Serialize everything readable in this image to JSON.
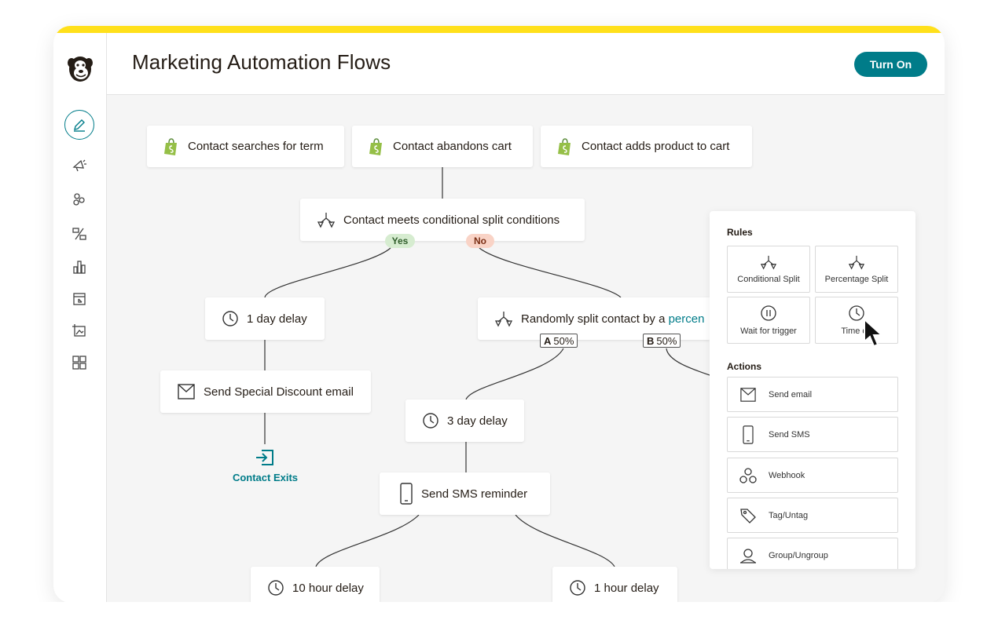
{
  "app": {
    "title": "Marketing Automation Flows",
    "turn_on_label": "Turn On",
    "accent": "#007c89",
    "topbar_color": "#ffe01b"
  },
  "sidebar": {
    "items": [
      {
        "icon": "edit-pencil-icon",
        "active": true
      },
      {
        "icon": "megaphone-icon"
      },
      {
        "icon": "audience-icon"
      },
      {
        "icon": "automation-icon"
      },
      {
        "icon": "analytics-icon"
      },
      {
        "icon": "website-icon"
      },
      {
        "icon": "content-icon"
      },
      {
        "icon": "integrations-grid-icon"
      }
    ]
  },
  "flow": {
    "triggers": [
      "Contact searches for term",
      "Contact abandons cart",
      "Contact adds product to cart"
    ],
    "conditional": "Contact meets conditional split conditions",
    "yes_label": "Yes",
    "no_label": "No",
    "day_delay": "1 day delay",
    "send_discount": "Send Special Discount email",
    "contact_exits": "Contact Exits",
    "random_split_prefix": "Randomly split contact by a ",
    "random_split_highlight": "percen",
    "split_a_letter": "A",
    "split_a_value": "50%",
    "split_b_letter": "B",
    "split_b_value": "50%",
    "three_day_delay": "3 day delay",
    "send_sms": "Send SMS reminder",
    "ten_hour_delay": "10 hour delay",
    "one_hour_delay": "1 hour delay"
  },
  "panel": {
    "rules_heading": "Rules",
    "rules": [
      {
        "label": "Conditional Split",
        "icon": "split-icon"
      },
      {
        "label": "Percentage Split",
        "icon": "split-icon"
      },
      {
        "label": "Wait for trigger",
        "icon": "pause-icon"
      },
      {
        "label": "Time de",
        "icon": "clock-icon"
      }
    ],
    "actions_heading": "Actions",
    "actions": [
      {
        "label": "Send email",
        "icon": "email-icon"
      },
      {
        "label": "Send SMS",
        "icon": "phone-icon"
      },
      {
        "label": "Webhook",
        "icon": "webhook-icon"
      },
      {
        "label": "Tag/Untag",
        "icon": "tag-icon"
      },
      {
        "label": "Group/Ungroup",
        "icon": "group-icon"
      }
    ]
  }
}
